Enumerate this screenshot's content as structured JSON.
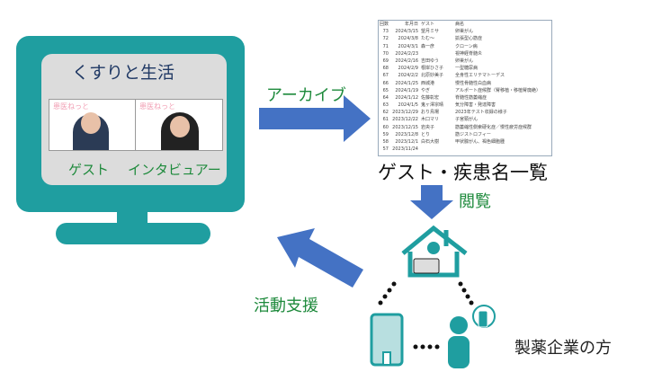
{
  "monitor": {
    "title": "くすりと生活",
    "video_logo": "患医ねっと",
    "guest_label": "ゲスト",
    "interviewer_label": "インタビュアー"
  },
  "archive_label": "アーカイブ",
  "list": {
    "title": "ゲスト・疾患名一覧",
    "headers": [
      "回数",
      "年月日",
      "ゲスト",
      "病名"
    ],
    "rows": [
      [
        "73",
        "2024/3/15",
        "望月ミサ",
        "卵巣がん"
      ],
      [
        "72",
        "2024/3/8",
        "たむ〜",
        "拡張型心筋症"
      ],
      [
        "71",
        "2024/3/1",
        "森一彦",
        "クローン病"
      ],
      [
        "70",
        "2024/2/23",
        "",
        "視神経脊髄炎"
      ],
      [
        "69",
        "2024/2/16",
        "吉田ゆう",
        "卵巣がん"
      ],
      [
        "68",
        "2024/2/9",
        "根岸ひさ子",
        "一型糖尿病"
      ],
      [
        "67",
        "2024/2/2",
        "北原妙美子",
        "全身性エリテマトーデス"
      ],
      [
        "66",
        "2024/1/25",
        "西城港",
        "慢性骨髄性白血病"
      ],
      [
        "65",
        "2024/1/19",
        "やぎ",
        "アルポート症候群（腎移植・移植腎廃絶）"
      ],
      [
        "64",
        "2024/1/12",
        "佐藤彰宏",
        "脊髄性筋萎縮症"
      ],
      [
        "63",
        "2024/1/5",
        "鬼ヶ澤宗晴",
        "気分障害・発達障害"
      ],
      [
        "62",
        "2023/12/29",
        "おり鳥場",
        "2023年テスト収録の様子"
      ],
      [
        "61",
        "2023/12/22",
        "木口マリ",
        "子宮頸がん"
      ],
      [
        "60",
        "2023/12/15",
        "岩央子",
        "筋萎縮性側索硬化症／慢性疲労症候群"
      ],
      [
        "59",
        "2023/12/8",
        "とり",
        "筋ジストロフィー"
      ],
      [
        "58",
        "2023/12/1",
        "白石大樹",
        "甲状腺がん、褐色細胞腫"
      ],
      [
        "57",
        "2023/11/24",
        "",
        ""
      ]
    ]
  },
  "view_label": "閲覧",
  "support_label": "活動支援",
  "pharma_label": "製薬企業の方",
  "colors": {
    "teal": "#1f9ea0",
    "arrow": "#4472c4",
    "green": "#1e8a3c"
  }
}
